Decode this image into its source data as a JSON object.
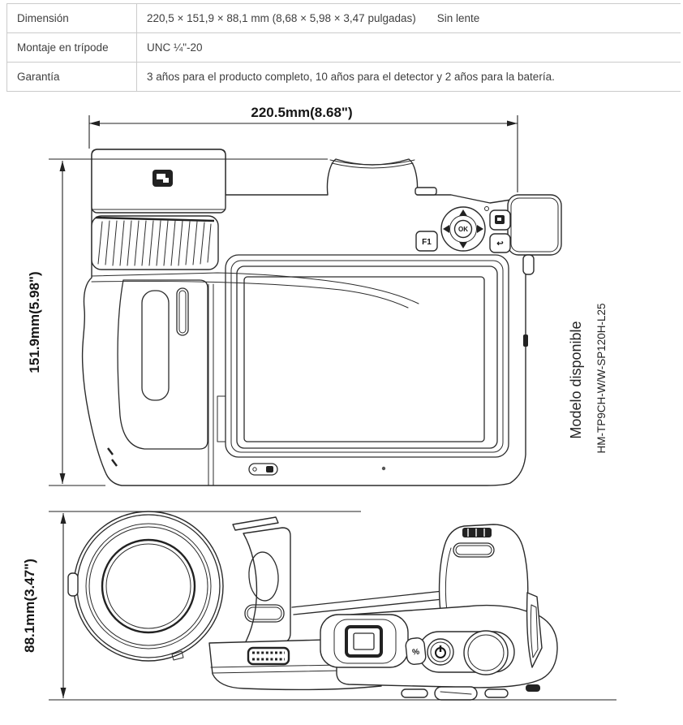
{
  "table": {
    "rows": [
      {
        "label": "Dimensión",
        "value": "220,5 × 151,9 × 88,1 mm (8,68 × 5,98 × 3,47 pulgadas)",
        "note": "Sin lente"
      },
      {
        "label": "Montaje en trípode",
        "value": "UNC ¼\"-20",
        "note": ""
      },
      {
        "label": "Garantía",
        "value": "3 años para el producto completo, 10 años para el detector y 2 años para la batería.",
        "note": ""
      }
    ]
  },
  "diagram": {
    "width_label": "220.5mm(8.68\")",
    "height_label": "151.9mm(5.98\")",
    "depth_label": "88.1mm(3.47\")",
    "model_title": "Modelo disponible",
    "model_number": "HM-TP9CH-W/W-SP120H-L25",
    "buttons": {
      "f1": "F1",
      "ok": "OK",
      "percent": "%",
      "back": "↩"
    }
  },
  "colors": {
    "line": "#2b2b2b",
    "table_border": "#cbcbcb",
    "text": "#3f3f3f"
  }
}
